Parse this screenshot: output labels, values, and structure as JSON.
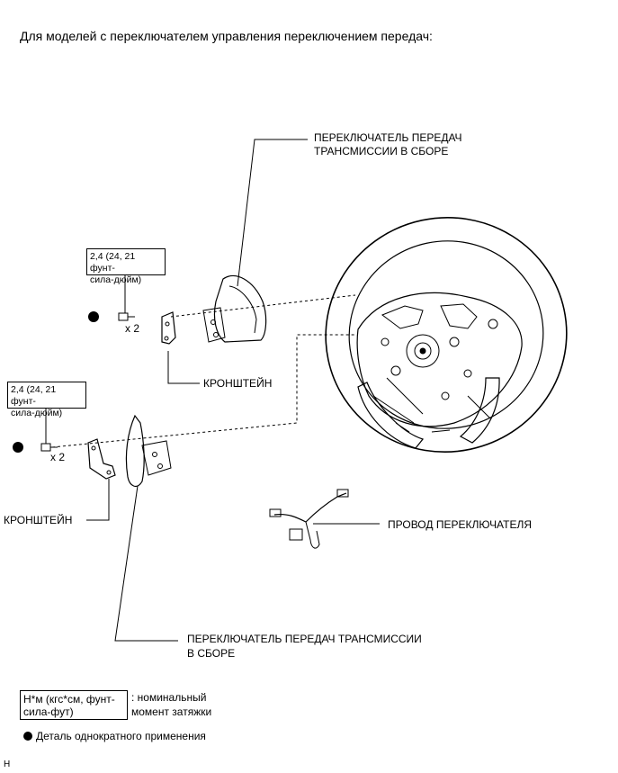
{
  "heading": "Для моделей с переключателем управления переключением передач:",
  "labels": {
    "shifter_top_line1": "ПЕРЕКЛЮЧАТЕЛЬ ПЕРЕДАЧ",
    "shifter_top_line2": "ТРАНСМИССИИ В СБОРЕ",
    "bracket_right": "КРОНШТЕЙН",
    "bracket_left": "КРОНШТЕЙН",
    "switch_wire": "ПРОВОД ПЕРЕКЛЮЧАТЕЛЯ",
    "shifter_bottom_line1": "ПЕРЕКЛЮЧАТЕЛЬ ПЕРЕДАЧ ТРАНСМИССИИ",
    "shifter_bottom_line2": "В СБОРЕ"
  },
  "torque_top": {
    "line1": "2,4 (24, 21 фунт-",
    "line2": "сила-дюйм)",
    "qty": "x 2"
  },
  "torque_left": {
    "line1": "2,4 (24, 21 фунт-",
    "line2": "сила-дюйм)",
    "qty": "x 2"
  },
  "legend": {
    "torque_box_line1": "Н*м (кгс*см, фунт-",
    "torque_box_line2": "сила-фут)",
    "torque_desc_line1": ": номинальный",
    "torque_desc_line2": "момент затяжки",
    "non_reusable": "Деталь однократного применения"
  },
  "footer_mark": "H"
}
